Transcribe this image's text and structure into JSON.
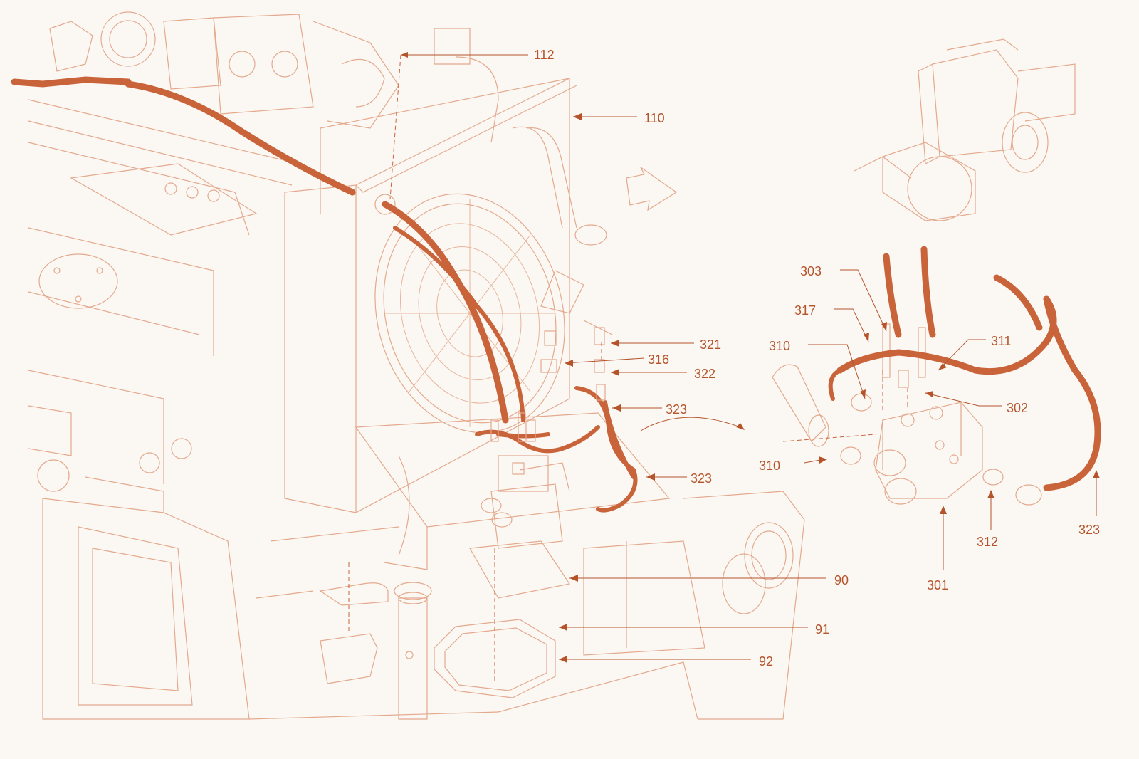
{
  "diagram": {
    "colors": {
      "line": "#e4a98d",
      "hose": "#c9643a",
      "label": "#b5542b",
      "background": "#fbf8f4"
    },
    "callouts": [
      {
        "id": "112",
        "text": "112"
      },
      {
        "id": "110",
        "text": "110"
      },
      {
        "id": "321",
        "text": "321"
      },
      {
        "id": "316",
        "text": "316"
      },
      {
        "id": "322",
        "text": "322"
      },
      {
        "id": "323a",
        "text": "323"
      },
      {
        "id": "323b",
        "text": "323"
      },
      {
        "id": "90",
        "text": "90"
      },
      {
        "id": "91",
        "text": "91"
      },
      {
        "id": "92",
        "text": "92"
      },
      {
        "id": "303",
        "text": "303"
      },
      {
        "id": "317",
        "text": "317"
      },
      {
        "id": "310a",
        "text": "310"
      },
      {
        "id": "311",
        "text": "311"
      },
      {
        "id": "302",
        "text": "302"
      },
      {
        "id": "310b",
        "text": "310"
      },
      {
        "id": "312",
        "text": "312"
      },
      {
        "id": "323c",
        "text": "323"
      },
      {
        "id": "301",
        "text": "301"
      }
    ]
  }
}
